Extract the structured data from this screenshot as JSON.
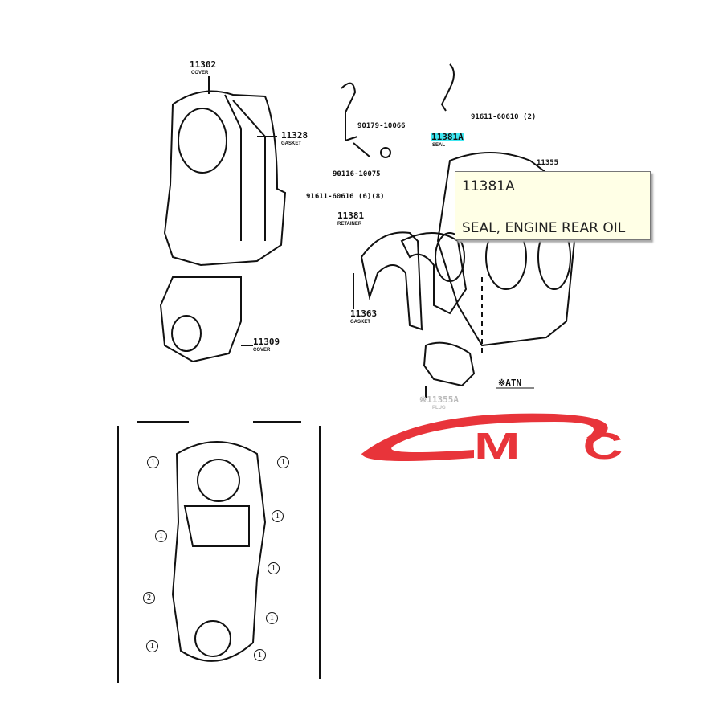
{
  "parts": [
    {
      "number": "11302",
      "name": "COVER"
    },
    {
      "number": "11328",
      "name": "GASKET"
    },
    {
      "number": "90179-10066",
      "name": ""
    },
    {
      "number": "90116-10075",
      "name": ""
    },
    {
      "number": "91611-60610 (2)",
      "name": ""
    },
    {
      "number": "11381A",
      "name": "SEAL"
    },
    {
      "number": "11355",
      "name": ""
    },
    {
      "number": "91611-60616 (6)(8)",
      "name": ""
    },
    {
      "number": "11381",
      "name": "RETAINER"
    },
    {
      "number": "11363",
      "name": "GASKET"
    },
    {
      "number": "11309",
      "name": "COVER"
    },
    {
      "number": "※11355A",
      "name": "PLUG"
    }
  ],
  "note": "※ATN",
  "tooltip": {
    "number": "11381A",
    "description": "SEAL, ENGINE REAR OIL"
  },
  "bolt_markers": [
    "1",
    "1",
    "1",
    "1",
    "2",
    "1",
    "1",
    "1",
    "1"
  ],
  "logo": {
    "text": "MC",
    "color": "#e8343a"
  }
}
